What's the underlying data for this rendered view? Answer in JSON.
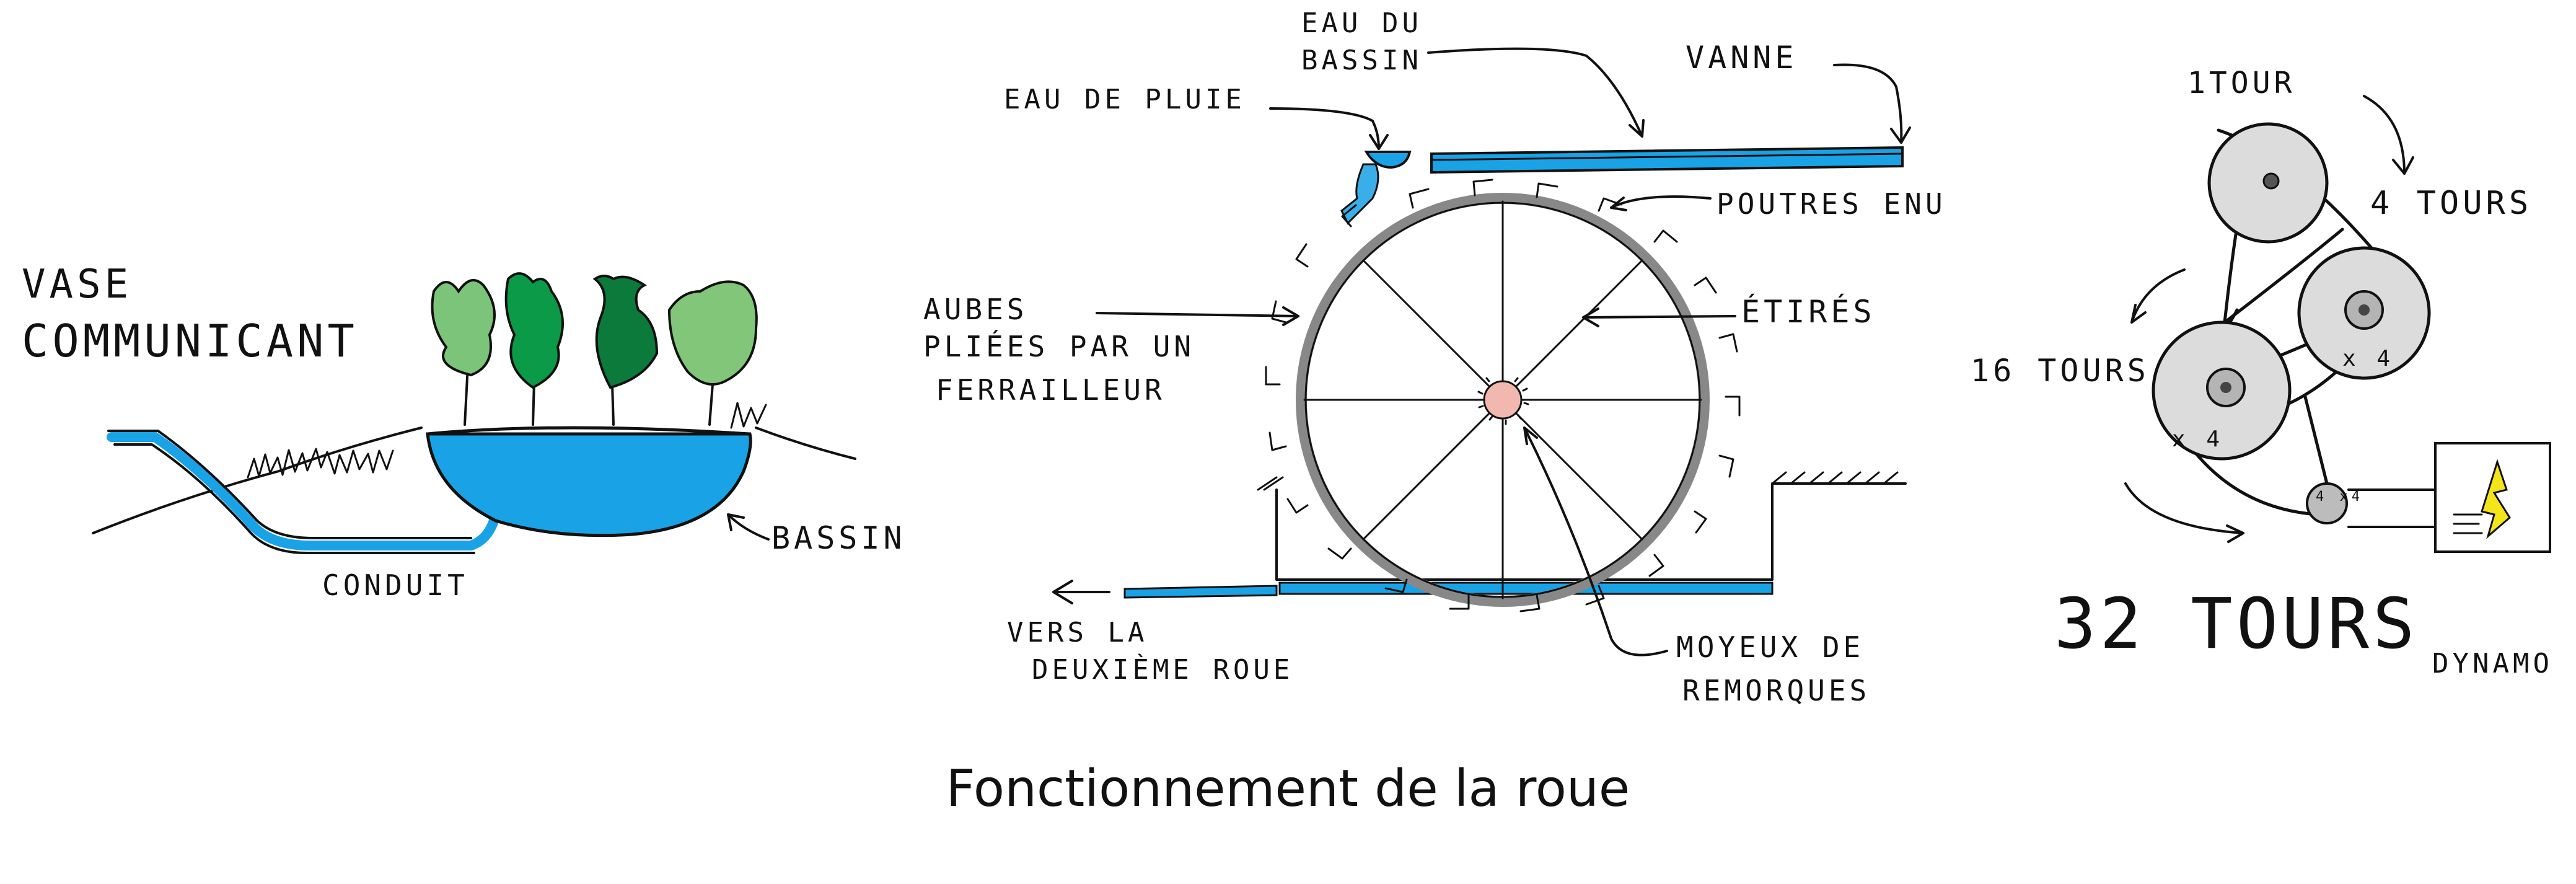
{
  "caption": "Fonctionnement de la roue",
  "colors": {
    "water": "#19a3e6",
    "light_water": "#3aaee8",
    "hub": "#f2b8b0",
    "pulley": "#dcdcdc",
    "flash": "#f3e51a",
    "tree1": "#7cc47a",
    "tree2": "#0a9a48",
    "tree3": "#0b7a3a",
    "tree4": "#82c67a"
  },
  "left_sketch": {
    "title_line1": "VASE",
    "title_line2": "COMMUNICANT",
    "label_bassin": "BASSIN",
    "label_conduit": "CONDUIT"
  },
  "center_sketch": {
    "eau_bassin_line1": "EAU DU",
    "eau_bassin_line2": "BASSIN",
    "eau_pluie": "EAU DE PLUIE",
    "vanne": "VANNE",
    "poutres": "POUTRES ENU",
    "aubes_line1": "AUBES",
    "aubes_line2": "PLIÉES PAR UN",
    "aubes_line3": "FERRAILLEUR",
    "etires": "ÉTIRÉS",
    "vers_line1": "VERS LA",
    "vers_line2": "DEUXIÈME ROUE",
    "moyeux_line1": "MOYEUX DE",
    "moyeux_line2": "REMORQUES"
  },
  "right_sketch": {
    "tour1": "1TOUR",
    "tour4": "4 TOURS",
    "tour16": "16 TOURS",
    "tour32": "32 TOURS",
    "dynamo": "DYNAMO",
    "x4_a": "x 4",
    "x4_b": "x 4",
    "x4_small": "4\nx4"
  }
}
